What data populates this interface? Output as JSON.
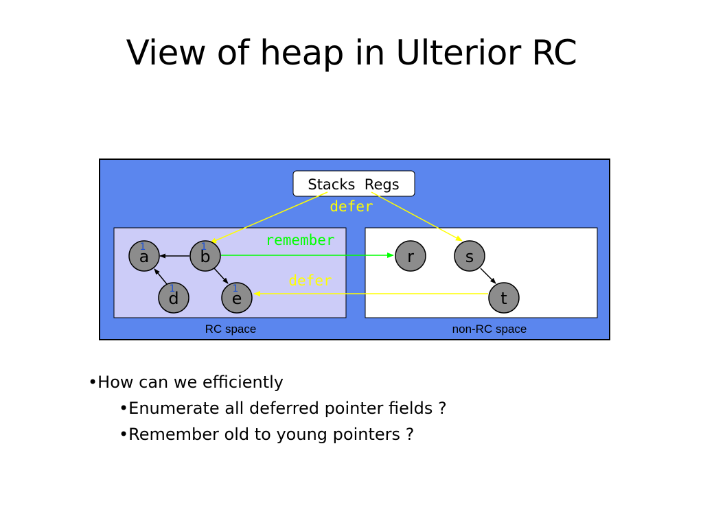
{
  "slide": {
    "title": "View of heap in Ulterior RC"
  },
  "diagram": {
    "roots_box": "Stacks  Regs",
    "defer_label_top": "defer",
    "remember_label": "remember",
    "defer_label_mid": "defer",
    "rc_space_label": "RC space",
    "non_rc_space_label": "non-RC space",
    "nodes": {
      "a": "a",
      "b": "b",
      "d": "d",
      "e": "e",
      "r": "r",
      "s": "s",
      "t": "t"
    },
    "counts": {
      "a": "1",
      "b": "1",
      "d": "1",
      "e": "1"
    },
    "colors": {
      "outer_panel": "#5b86ee",
      "rc_space": "#ccccf8",
      "non_rc_space": "#ffffff",
      "node_fill": "#8c8c8c",
      "yellow_arrow": "#ffff00",
      "green_arrow": "#00ff00",
      "count_text": "#1a4fd6"
    }
  },
  "bullets": [
    {
      "level": 1,
      "text": "How can we efficiently"
    },
    {
      "level": 2,
      "text": "Enumerate all deferred pointer fields ?"
    },
    {
      "level": 2,
      "text": "Remember old to young pointers ?"
    }
  ]
}
